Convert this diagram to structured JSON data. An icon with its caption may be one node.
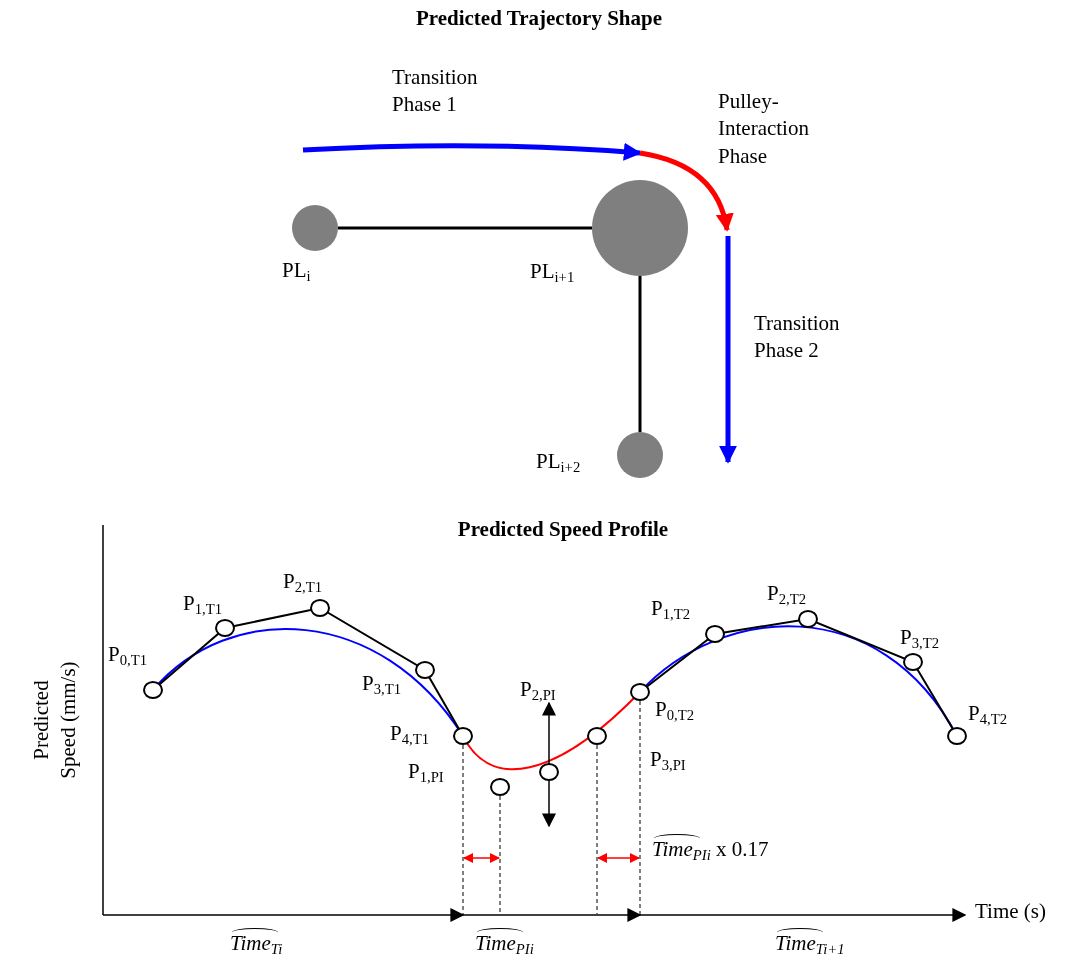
{
  "diagram": {
    "title": "Predicted Trajectory Shape",
    "nodes": [
      {
        "text": [],
        "shape": "circle",
        "beside": [
          "PL$_{i}$"
        ]
      },
      {
        "text": [],
        "shape": "circle",
        "beside": [
          "PL$_{i+1}$"
        ]
      },
      {
        "text": [],
        "shape": "circle",
        "beside": [
          "PL$_{i+2}$"
        ]
      }
    ],
    "edges": [
      {
        "from": 0,
        "to": 1,
        "arrow": "none"
      },
      {
        "from": 1,
        "to": 2,
        "arrow": "none"
      }
    ],
    "labels": [
      "Transition Phase 1",
      "Pulley- Interaction Phase",
      "Transition Phase 2",
      "Predicted Speed Profile",
      "P$_{2,T1}$",
      "P$_{1,T1}$",
      "P$_{2,T2}$",
      "P$_{1,T2}$",
      "P$_{0,T1}$",
      "P$_{3,T2}$",
      "P$_{3,T1}$",
      "P$_{2,PI}$",
      "P$_{0,T2}$",
      "P$_{4,T2}$",
      "P$_{4,T1}$",
      "P$_{3,PI}$",
      "P$_{1,PI}$",
      "Predicted Speed (mm/s)",
      "*Time*$_{PIi}$ x 0.17",
      "Time (s)",
      "Time$_{Ti}$",
      "Time$_{PIi}$",
      "Time$_{Ti+1}$"
    ]
  }
}
